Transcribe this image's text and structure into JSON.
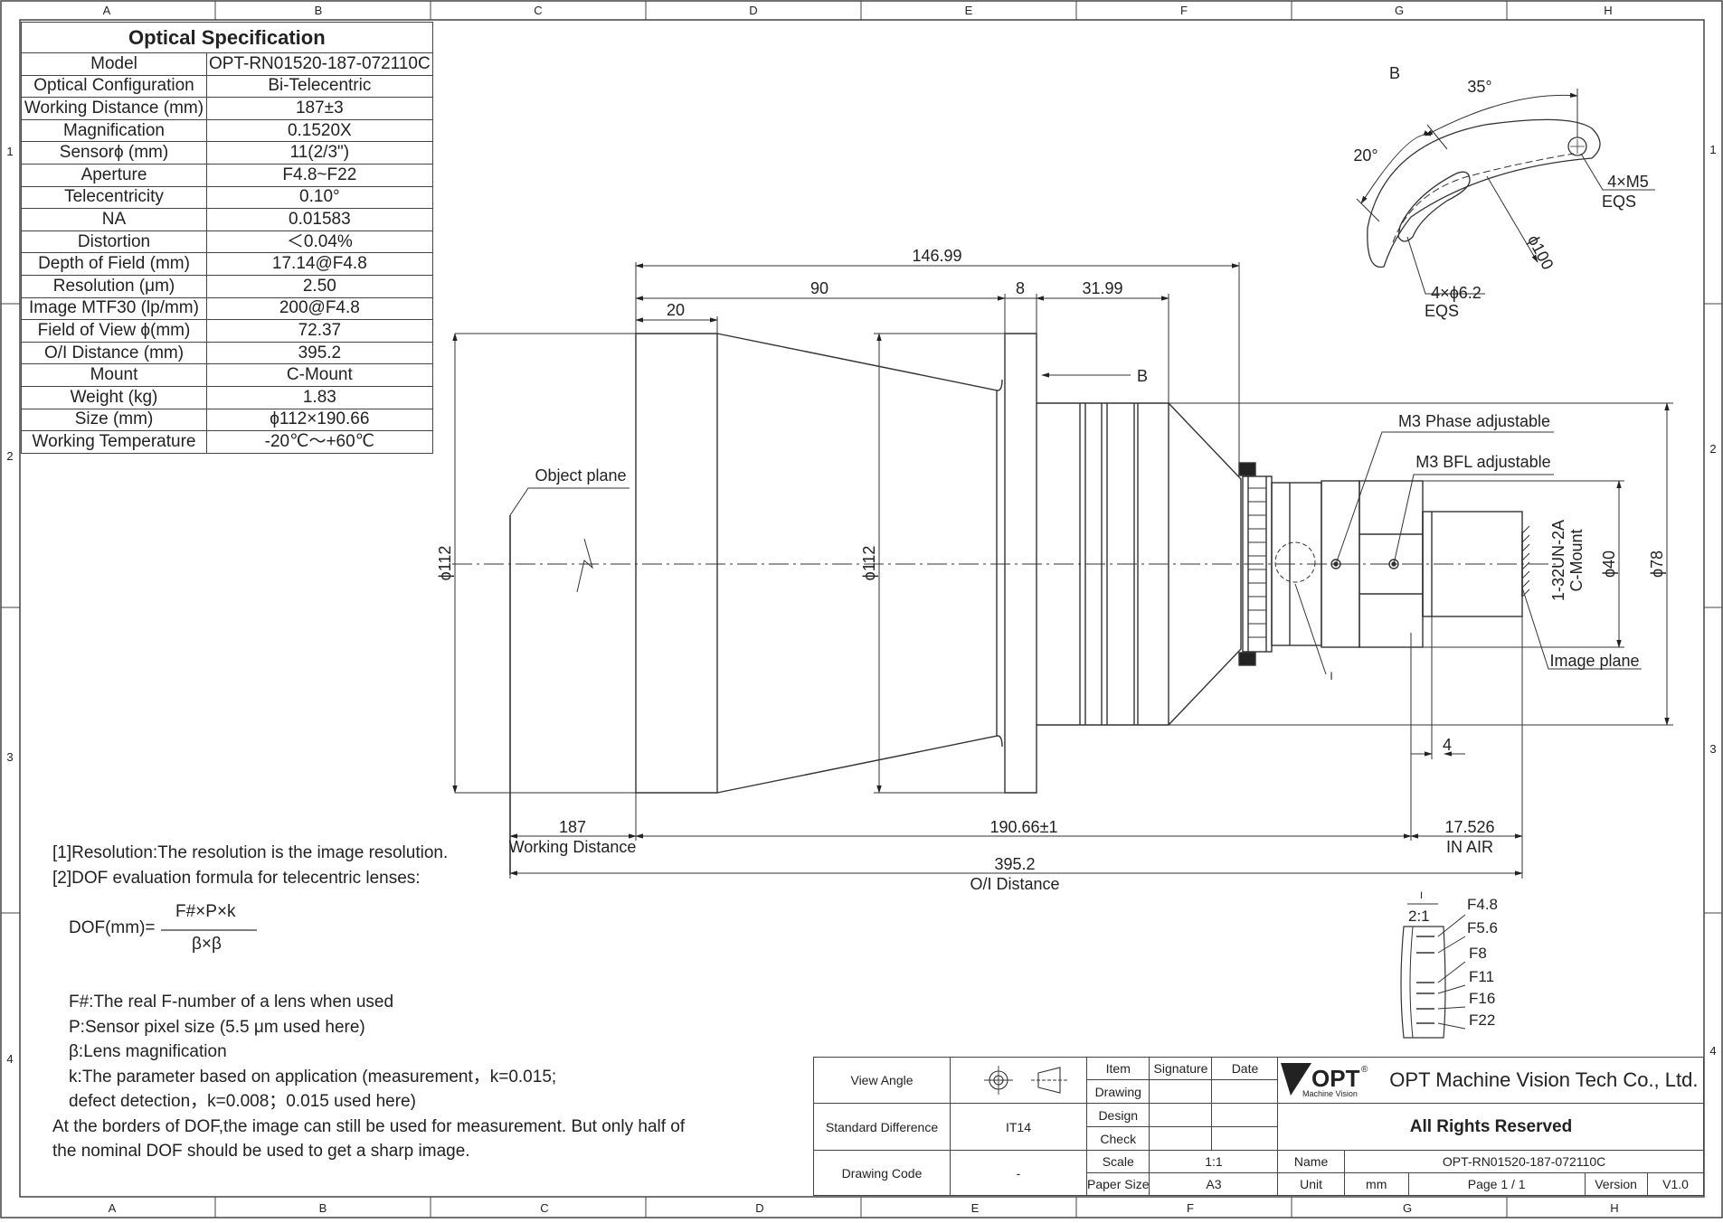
{
  "grid": {
    "columns": [
      "A",
      "B",
      "C",
      "D",
      "E",
      "F",
      "G",
      "H"
    ],
    "rows": [
      "1",
      "2",
      "3",
      "4"
    ]
  },
  "spec": {
    "title": "Optical Specification",
    "rows": [
      {
        "label": "Model",
        "value": "OPT-RN01520-187-072110C"
      },
      {
        "label": "Optical Configuration",
        "value": "Bi-Telecentric"
      },
      {
        "label": "Working Distance (mm)",
        "value": "187±3"
      },
      {
        "label": "Magnification",
        "value": "0.1520X"
      },
      {
        "label": "Sensorϕ (mm)",
        "value": "11(2/3\")"
      },
      {
        "label": "Aperture",
        "value": "F4.8~F22"
      },
      {
        "label": "Telecentricity",
        "value": "0.10°"
      },
      {
        "label": "NA",
        "value": "0.01583"
      },
      {
        "label": "Distortion",
        "value": "＜0.04%"
      },
      {
        "label": "Depth of Field (mm)",
        "value": "17.14@F4.8"
      },
      {
        "label": "Resolution (μm)",
        "value": "2.50"
      },
      {
        "label": "Image MTF30 (lp/mm)",
        "value": "200@F4.8"
      },
      {
        "label": "Field of View ϕ(mm)",
        "value": "72.37"
      },
      {
        "label": "O/I Distance (mm)",
        "value": "395.2"
      },
      {
        "label": "Mount",
        "value": "C-Mount"
      },
      {
        "label": "Weight (kg)",
        "value": "1.83"
      },
      {
        "label": "Size (mm)",
        "value": "ϕ112×190.66"
      },
      {
        "label": "Working Temperature",
        "value": "-20℃～+60℃"
      }
    ]
  },
  "dims": {
    "d146": "146.99",
    "d90": "90",
    "d8": "8",
    "d3199": "31.99",
    "d20": "20",
    "d112a": "ϕ112",
    "d112b": "ϕ112",
    "d40": "ϕ40",
    "d78": "ϕ78",
    "thread": "1-32UN-2A",
    "mount": "C-Mount",
    "d4": "4",
    "d187": "187",
    "working_distance": "Working Distance",
    "d19066": "190.66±1",
    "d17526": "17.526",
    "in_air": "IN AIR",
    "d3952": "395.2",
    "oi_distance": "O/I Distance",
    "object_plane": "Object plane",
    "image_plane": "Image plane",
    "phase_adj": "M3 Phase adjustable",
    "bfl_adj": "M3 BFL adjustable",
    "view_b": "B",
    "view_b_label": "B",
    "mark_i": "I"
  },
  "detail_b": {
    "a35": "35°",
    "a20": "20°",
    "m5": "4×M5",
    "eqs1": "EQS",
    "d100": "ϕ100",
    "d62": "4×ϕ6.2",
    "eqs2": "EQS"
  },
  "aperture_scale": {
    "top": "I",
    "ratio": "2:1",
    "stops": [
      "F4.8",
      "F5.6",
      "F8",
      "F11",
      "F16",
      "F22"
    ]
  },
  "notes": {
    "n1": "[1]Resolution:The resolution is  the image resolution.",
    "n2": "[2]DOF evaluation formula for telecentric lenses:",
    "dof_lhs": "DOF(mm)=",
    "dof_num": "F#×P×k",
    "dof_den": "β×β",
    "f": "F#:The real F-number of a lens when used",
    "p": "P:Sensor pixel size (5.5 μm used here)",
    "b": "β:Lens magnification",
    "k1": "k:The parameter based on application (measurement，k=0.015;",
    "k2": "defect detection，k=0.008；0.015 used here)",
    "b1": "At the borders of DOF,the image can still be used for measurement. But only half of",
    "b2": "the nominal DOF should be used to get a sharp image."
  },
  "title_block": {
    "view_angle": "View Angle",
    "item": "Item",
    "signature": "Signature",
    "date": "Date",
    "drawing": "Drawing",
    "std_diff": "Standard Difference",
    "it14": "IT14",
    "design": "Design",
    "check": "Check",
    "drawing_code": "Drawing Code",
    "code_value": "-",
    "scale": "Scale",
    "scale_value": "1:1",
    "paper_size": "Paper Size",
    "paper_value": "A3",
    "brand": "OPT",
    "brand_sub": "Machine Vision",
    "company": "OPT Machine Vision Tech Co., Ltd.",
    "rights": "All Rights Reserved",
    "name_label": "Name",
    "name_value": "OPT-RN01520-187-072110C",
    "unit_label": "Unit",
    "unit_value": "mm",
    "page": "Page 1 / 1",
    "version_label": "Version",
    "version_value": "V1.0"
  }
}
